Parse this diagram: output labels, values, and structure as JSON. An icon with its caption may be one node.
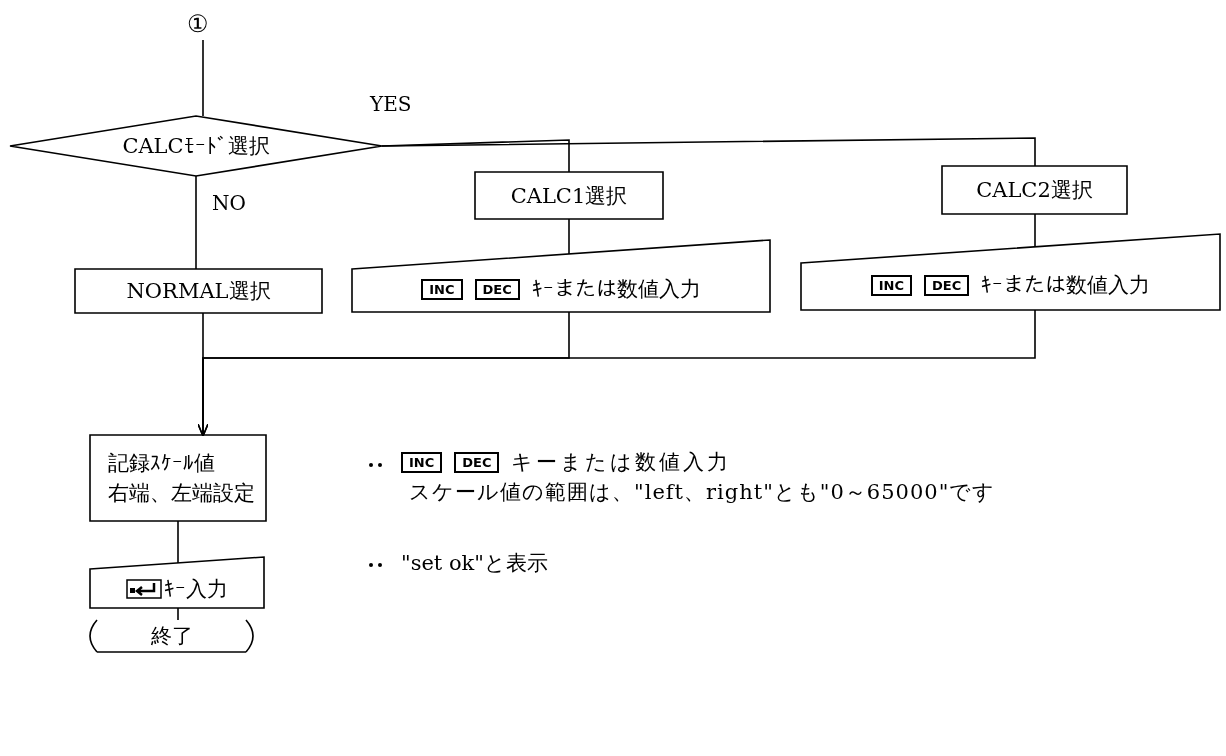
{
  "diagram": {
    "nodes": [
      {
        "text": [
          "①"
        ]
      },
      {
        "text": [
          "CALCﾓｰﾄﾞ選択"
        ]
      },
      {
        "text": [
          "CALC1選択"
        ]
      },
      {
        "text": [
          "CALC2選択"
        ]
      },
      {
        "text": [
          "NORMAL選択"
        ]
      },
      {
        "text": [
          "INC",
          "DEC",
          "ｷｰまたは数値入力"
        ]
      },
      {
        "text": [
          "INC",
          "DEC",
          "ｷｰまたは数値入力"
        ]
      },
      {
        "text": [
          "記録ｽｹｰﾙ値",
          "右端、左端設定"
        ]
      },
      {
        "text": [
          "ｷｰ入力"
        ]
      },
      {
        "text": [
          "終了"
        ]
      }
    ],
    "edges": [
      {
        "from": 0,
        "to": 1,
        "arrow": "none"
      },
      {
        "from": 1,
        "to": 2,
        "arrow": "none",
        "label": "YES"
      },
      {
        "from": 1,
        "to": 3,
        "arrow": "none"
      },
      {
        "from": 1,
        "to": 4,
        "arrow": "none",
        "label": "NO"
      },
      {
        "from": 2,
        "to": 5,
        "arrow": "none"
      },
      {
        "from": 3,
        "to": 6,
        "arrow": "none"
      },
      {
        "from": 4,
        "to": 7,
        "arrow": "none"
      },
      {
        "from": 5,
        "to": 7,
        "arrow": "to"
      },
      {
        "from": 6,
        "to": 7,
        "arrow": "to"
      },
      {
        "from": 7,
        "to": 8,
        "arrow": "none"
      },
      {
        "from": 8,
        "to": 9,
        "arrow": "none"
      }
    ],
    "labels": [
      "INC",
      "DEC",
      "キーまたは数値入力",
      "スケール値の範囲は、\"left、right\"とも\"0～65000\"です",
      "\"set ok\"と表示"
    ]
  }
}
